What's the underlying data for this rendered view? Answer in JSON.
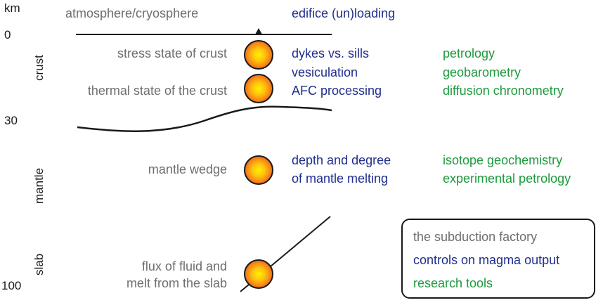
{
  "depth_axis": {
    "unit": "km",
    "ticks": [
      "0",
      "30",
      "100"
    ]
  },
  "zones": {
    "crust": "crust",
    "mantle": "mantle",
    "slab": "slab"
  },
  "rows": {
    "surface": {
      "factor": "atmosphere/cryosphere",
      "control": "edifice (un)loading"
    },
    "upper_crust": {
      "factor": "stress state of crust",
      "controls": [
        "dykes vs. sills",
        "vesiculation"
      ],
      "tools": [
        "petrology",
        "geobarometry"
      ]
    },
    "lower_crust": {
      "factor": "thermal state of the crust",
      "control": "AFC processing",
      "tool": "diffusion chronometry"
    },
    "mantle": {
      "factor": "mantle wedge",
      "controls": [
        "depth and degree",
        "of mantle melting"
      ],
      "tools": [
        "isotope geochemistry",
        "experimental petrology"
      ]
    },
    "slab": {
      "factor_lines": [
        "flux of fluid and",
        "melt from the slab"
      ]
    }
  },
  "legend": {
    "factory": "the subduction factory",
    "controls": "controls on magma output",
    "tools": "research tools"
  },
  "colors": {
    "factor": "#6d6e71",
    "control": "#1f2e8c",
    "tool": "#1c9a3c",
    "magma_core": "#ffe000",
    "magma_edge": "#f26a1b"
  },
  "magma_bodies": 4
}
